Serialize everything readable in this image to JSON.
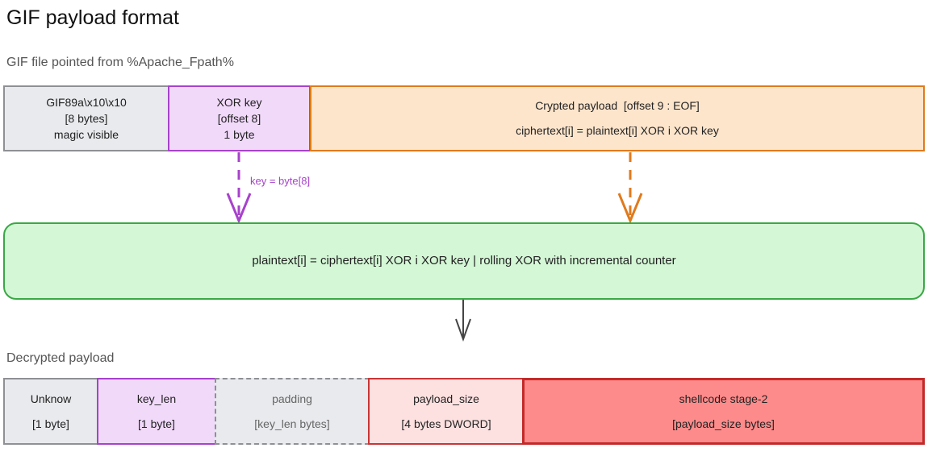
{
  "title": "GIF payload format",
  "gif_section": {
    "label": "GIF file pointed from %Apache_Fpath%",
    "header_box": [
      "GIF89a\\x10\\x10",
      "[8 bytes]",
      "magic visible"
    ],
    "xor_box": [
      "XOR key",
      "[offset 8]",
      "1 byte"
    ],
    "crypted_box": [
      "Crypted payload  [offset 9 : EOF]",
      "ciphertext[i] = plaintext[i] XOR i XOR key"
    ]
  },
  "key_arrow_label": "key = byte[8]",
  "decrypt_box": "plaintext[i] = ciphertext[i] XOR i XOR key | rolling XOR with incremental counter",
  "decrypted_section": {
    "label": "Decrypted payload",
    "fields": [
      {
        "name": "Unknow",
        "size": "[1 byte]"
      },
      {
        "name": "key_len",
        "size": "[1 byte]"
      },
      {
        "name": "padding",
        "size": "[key_len bytes]"
      },
      {
        "name": "payload_size",
        "size": "[4 bytes DWORD]"
      },
      {
        "name": "shellcode stage-2",
        "size": "[payload_size bytes]"
      }
    ]
  },
  "colors": {
    "gray_fill": "#e8eaed",
    "gray_border": "#8e9094",
    "purple_fill": "#f1d9fa",
    "purple_border": "#a742cc",
    "orange_fill": "#fde5cc",
    "orange_border": "#e07a1c",
    "green_fill": "#d4f7d6",
    "green_border": "#3aa845",
    "pink_fill": "#fde0e0",
    "red_fill": "#fe8b8b",
    "red_border": "#c22a2a",
    "arrow_dark": "#444444"
  }
}
